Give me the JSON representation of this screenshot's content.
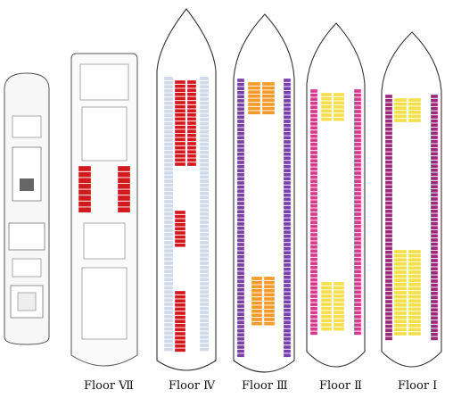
{
  "colors": {
    "outline": "#444444",
    "panel_bg": "#e8eef6",
    "red": "#d2191e",
    "purple": "#7b3fa8",
    "orange": "#f39a2b",
    "magenta": "#d63a8c",
    "yellow": "#f4e04d",
    "dark_magenta": "#9c2a7a",
    "light_blue": "#cfd9ea",
    "grey": "#d9d9d9"
  },
  "floors": [
    {
      "id": "floor-7-aft-section",
      "label": "",
      "style": "compact"
    },
    {
      "id": "floor-7",
      "label": "Floor Ⅶ",
      "room_color": "red"
    },
    {
      "id": "floor-4",
      "label": "Floor Ⅳ",
      "room_color": "red",
      "side_color": "light_blue"
    },
    {
      "id": "floor-3",
      "label": "Floor Ⅲ",
      "room_color": "orange",
      "side_color": "purple"
    },
    {
      "id": "floor-2",
      "label": "Floor Ⅱ",
      "room_color": "yellow",
      "side_color": "magenta"
    },
    {
      "id": "floor-1",
      "label": "Floor Ⅰ",
      "room_color": "yellow",
      "side_color": "dark_magenta"
    }
  ]
}
